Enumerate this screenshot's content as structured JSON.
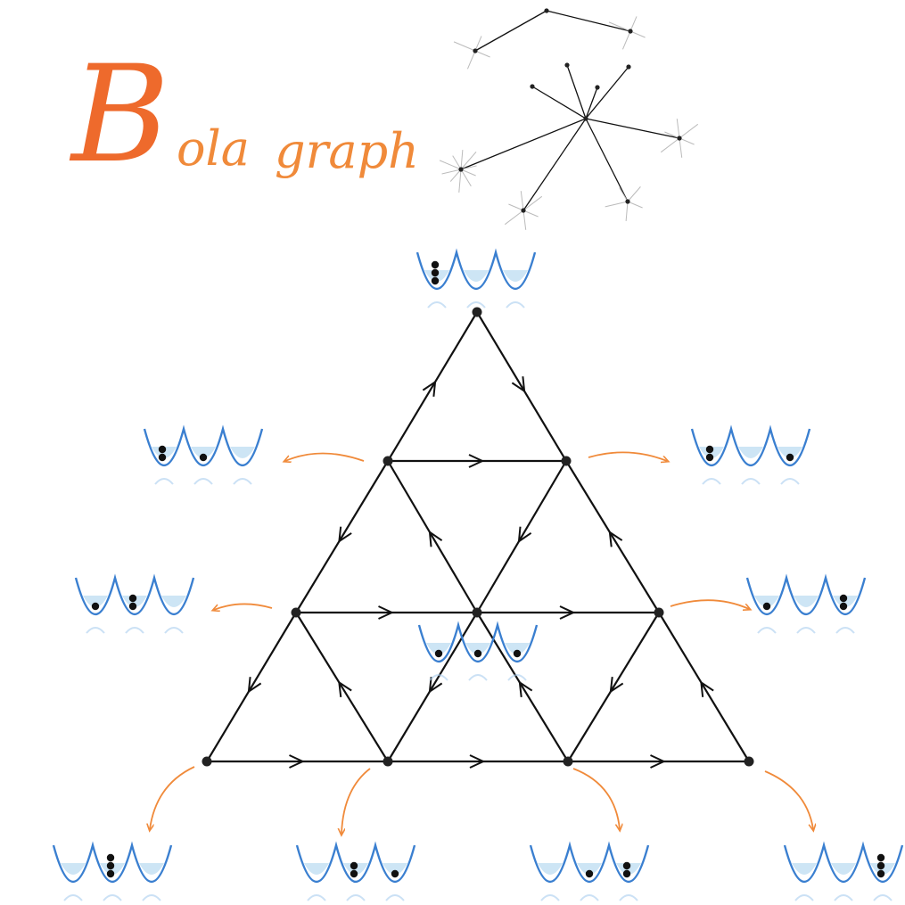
{
  "title": {
    "initial": "B",
    "rest_line1": "ola",
    "rest_line2": "graph",
    "color_initial": "#ee6a2c",
    "color_rest": "#f08a3a"
  },
  "colors": {
    "edge": "#111111",
    "node": "#222222",
    "well_line": "#3a7fd0",
    "well_fill": "#bcdcf2",
    "reflection": "#a9cdee",
    "orange_arrow": "#f08a3a",
    "particle": "#111111",
    "star_faint": "#bbbbbb"
  },
  "graph": {
    "description_nodes": [
      {
        "id": "top",
        "occupancy": [
          3,
          0,
          0
        ]
      },
      {
        "id": "r1-left",
        "occupancy": [
          2,
          1,
          0
        ]
      },
      {
        "id": "r1-right",
        "occupancy": [
          2,
          0,
          1
        ]
      },
      {
        "id": "r2-left",
        "occupancy": [
          1,
          2,
          0
        ]
      },
      {
        "id": "r2-mid",
        "occupancy": [
          1,
          1,
          1
        ]
      },
      {
        "id": "r2-right",
        "occupancy": [
          1,
          0,
          2
        ]
      },
      {
        "id": "r3-0",
        "occupancy": [
          0,
          3,
          0
        ]
      },
      {
        "id": "r3-1",
        "occupancy": [
          0,
          2,
          1
        ]
      },
      {
        "id": "r3-2",
        "occupancy": [
          0,
          1,
          2
        ]
      },
      {
        "id": "r3-3",
        "occupancy": [
          0,
          0,
          3
        ]
      }
    ]
  }
}
